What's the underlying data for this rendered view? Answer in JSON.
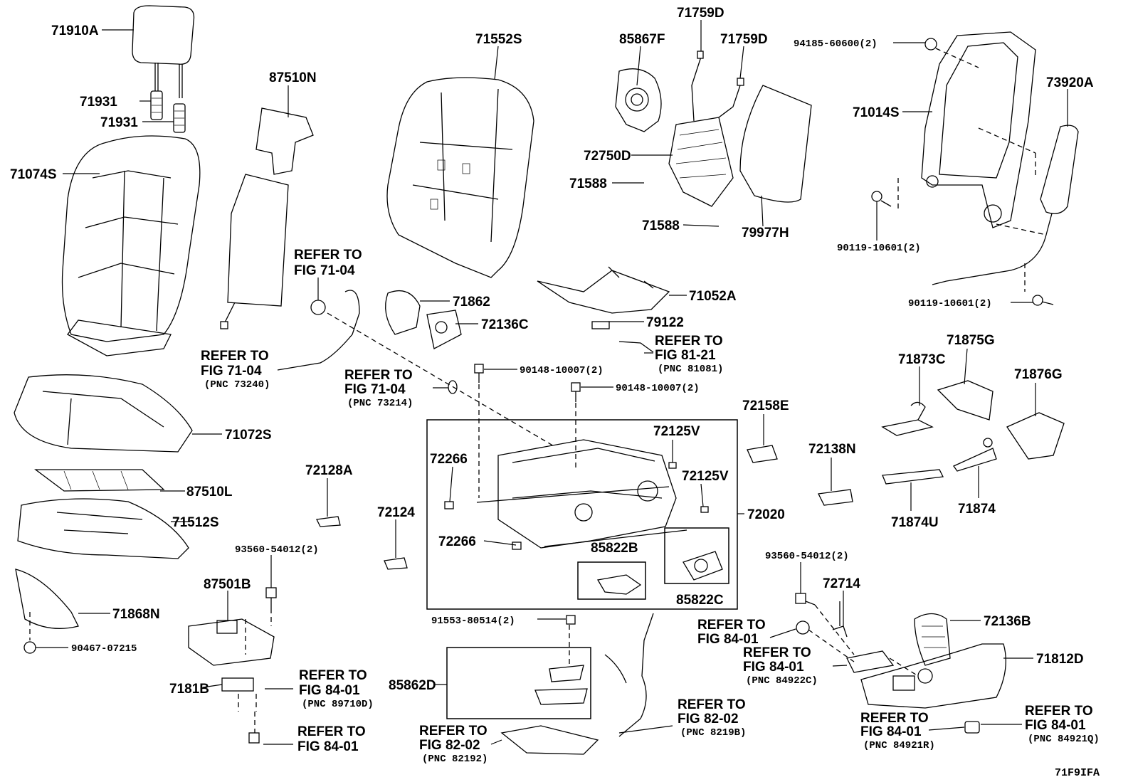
{
  "diagram_id": "71F9IFA",
  "labels": {
    "l71910A": "71910A",
    "l71931a": "71931",
    "l71931b": "71931",
    "l71074S": "71074S",
    "l87510N": "87510N",
    "l71552S": "71552S",
    "l85867F": "85867F",
    "l71759Da": "71759D",
    "l71759Db": "71759D",
    "l72750D": "72750D",
    "l71588a": "71588",
    "l71588b": "71588",
    "l79977H": "79977H",
    "l94185": "94185-60600(2)",
    "l71014S": "71014S",
    "l73920A": "73920A",
    "l90119a": "90119-10601(2)",
    "l90119b": "90119-10601(2)",
    "l71862": "71862",
    "l72136C": "72136C",
    "l71052A": "71052A",
    "l79122": "79122",
    "l90148a": "90148-10007(2)",
    "l90148b": "90148-10007(2)",
    "l72158E": "72158E",
    "l71875G": "71875G",
    "l71873C": "71873C",
    "l71876G": "71876G",
    "l71072S": "71072S",
    "l72266a": "72266",
    "l72266b": "72266",
    "l72125Va": "72125V",
    "l72125Vb": "72125V",
    "l72128A": "72128A",
    "l72124": "72124",
    "l72020": "72020",
    "l72138N": "72138N",
    "l87510L": "87510L",
    "l71512S": "71512S",
    "l71874U": "71874U",
    "l71874": "71874",
    "l85822B": "85822B",
    "l85822C": "85822C",
    "l93560a": "93560-54012(2)",
    "l93560b": "93560-54012(2)",
    "l87501B": "87501B",
    "l72714": "72714",
    "l71868N": "71868N",
    "l90467": "90467-07215",
    "l91553": "91553-80514(2)",
    "l72136B": "72136B",
    "l71812D": "71812D",
    "l7181B": "7181B",
    "l85862D": "85862D"
  },
  "refs": {
    "r1": {
      "refer": "REFER TO",
      "fig": "FIG 71-04",
      "pnc": ""
    },
    "r2": {
      "refer": "REFER TO",
      "fig": "FIG 71-04",
      "pnc": "(PNC 73240)"
    },
    "r3": {
      "refer": "REFER TO",
      "fig": "FIG 71-04",
      "pnc": "(PNC 73214)"
    },
    "r4": {
      "refer": "REFER TO",
      "fig": "FIG 81-21",
      "pnc": "(PNC 81081)"
    },
    "r5": {
      "refer": "REFER TO",
      "fig": "FIG 84-01",
      "pnc": "(PNC 89710D)"
    },
    "r6": {
      "refer": "REFER TO",
      "fig": "FIG 84-01",
      "pnc": ""
    },
    "r7": {
      "refer": "REFER TO",
      "fig": "FIG 82-02",
      "pnc": "(PNC 82192)"
    },
    "r8": {
      "refer": "REFER TO",
      "fig": "FIG 82-02",
      "pnc": "(PNC 8219B)"
    },
    "r9": {
      "refer": "REFER TO",
      "fig": "FIG 84-01",
      "pnc": ""
    },
    "r10": {
      "refer": "REFER TO",
      "fig": "FIG 84-01",
      "pnc": "(PNC 84922C)"
    },
    "r11": {
      "refer": "REFER TO",
      "fig": "FIG 84-01",
      "pnc": "(PNC 84921R)"
    },
    "r12": {
      "refer": "REFER TO",
      "fig": "FIG 84-01",
      "pnc": "(PNC 84921Q)"
    }
  }
}
